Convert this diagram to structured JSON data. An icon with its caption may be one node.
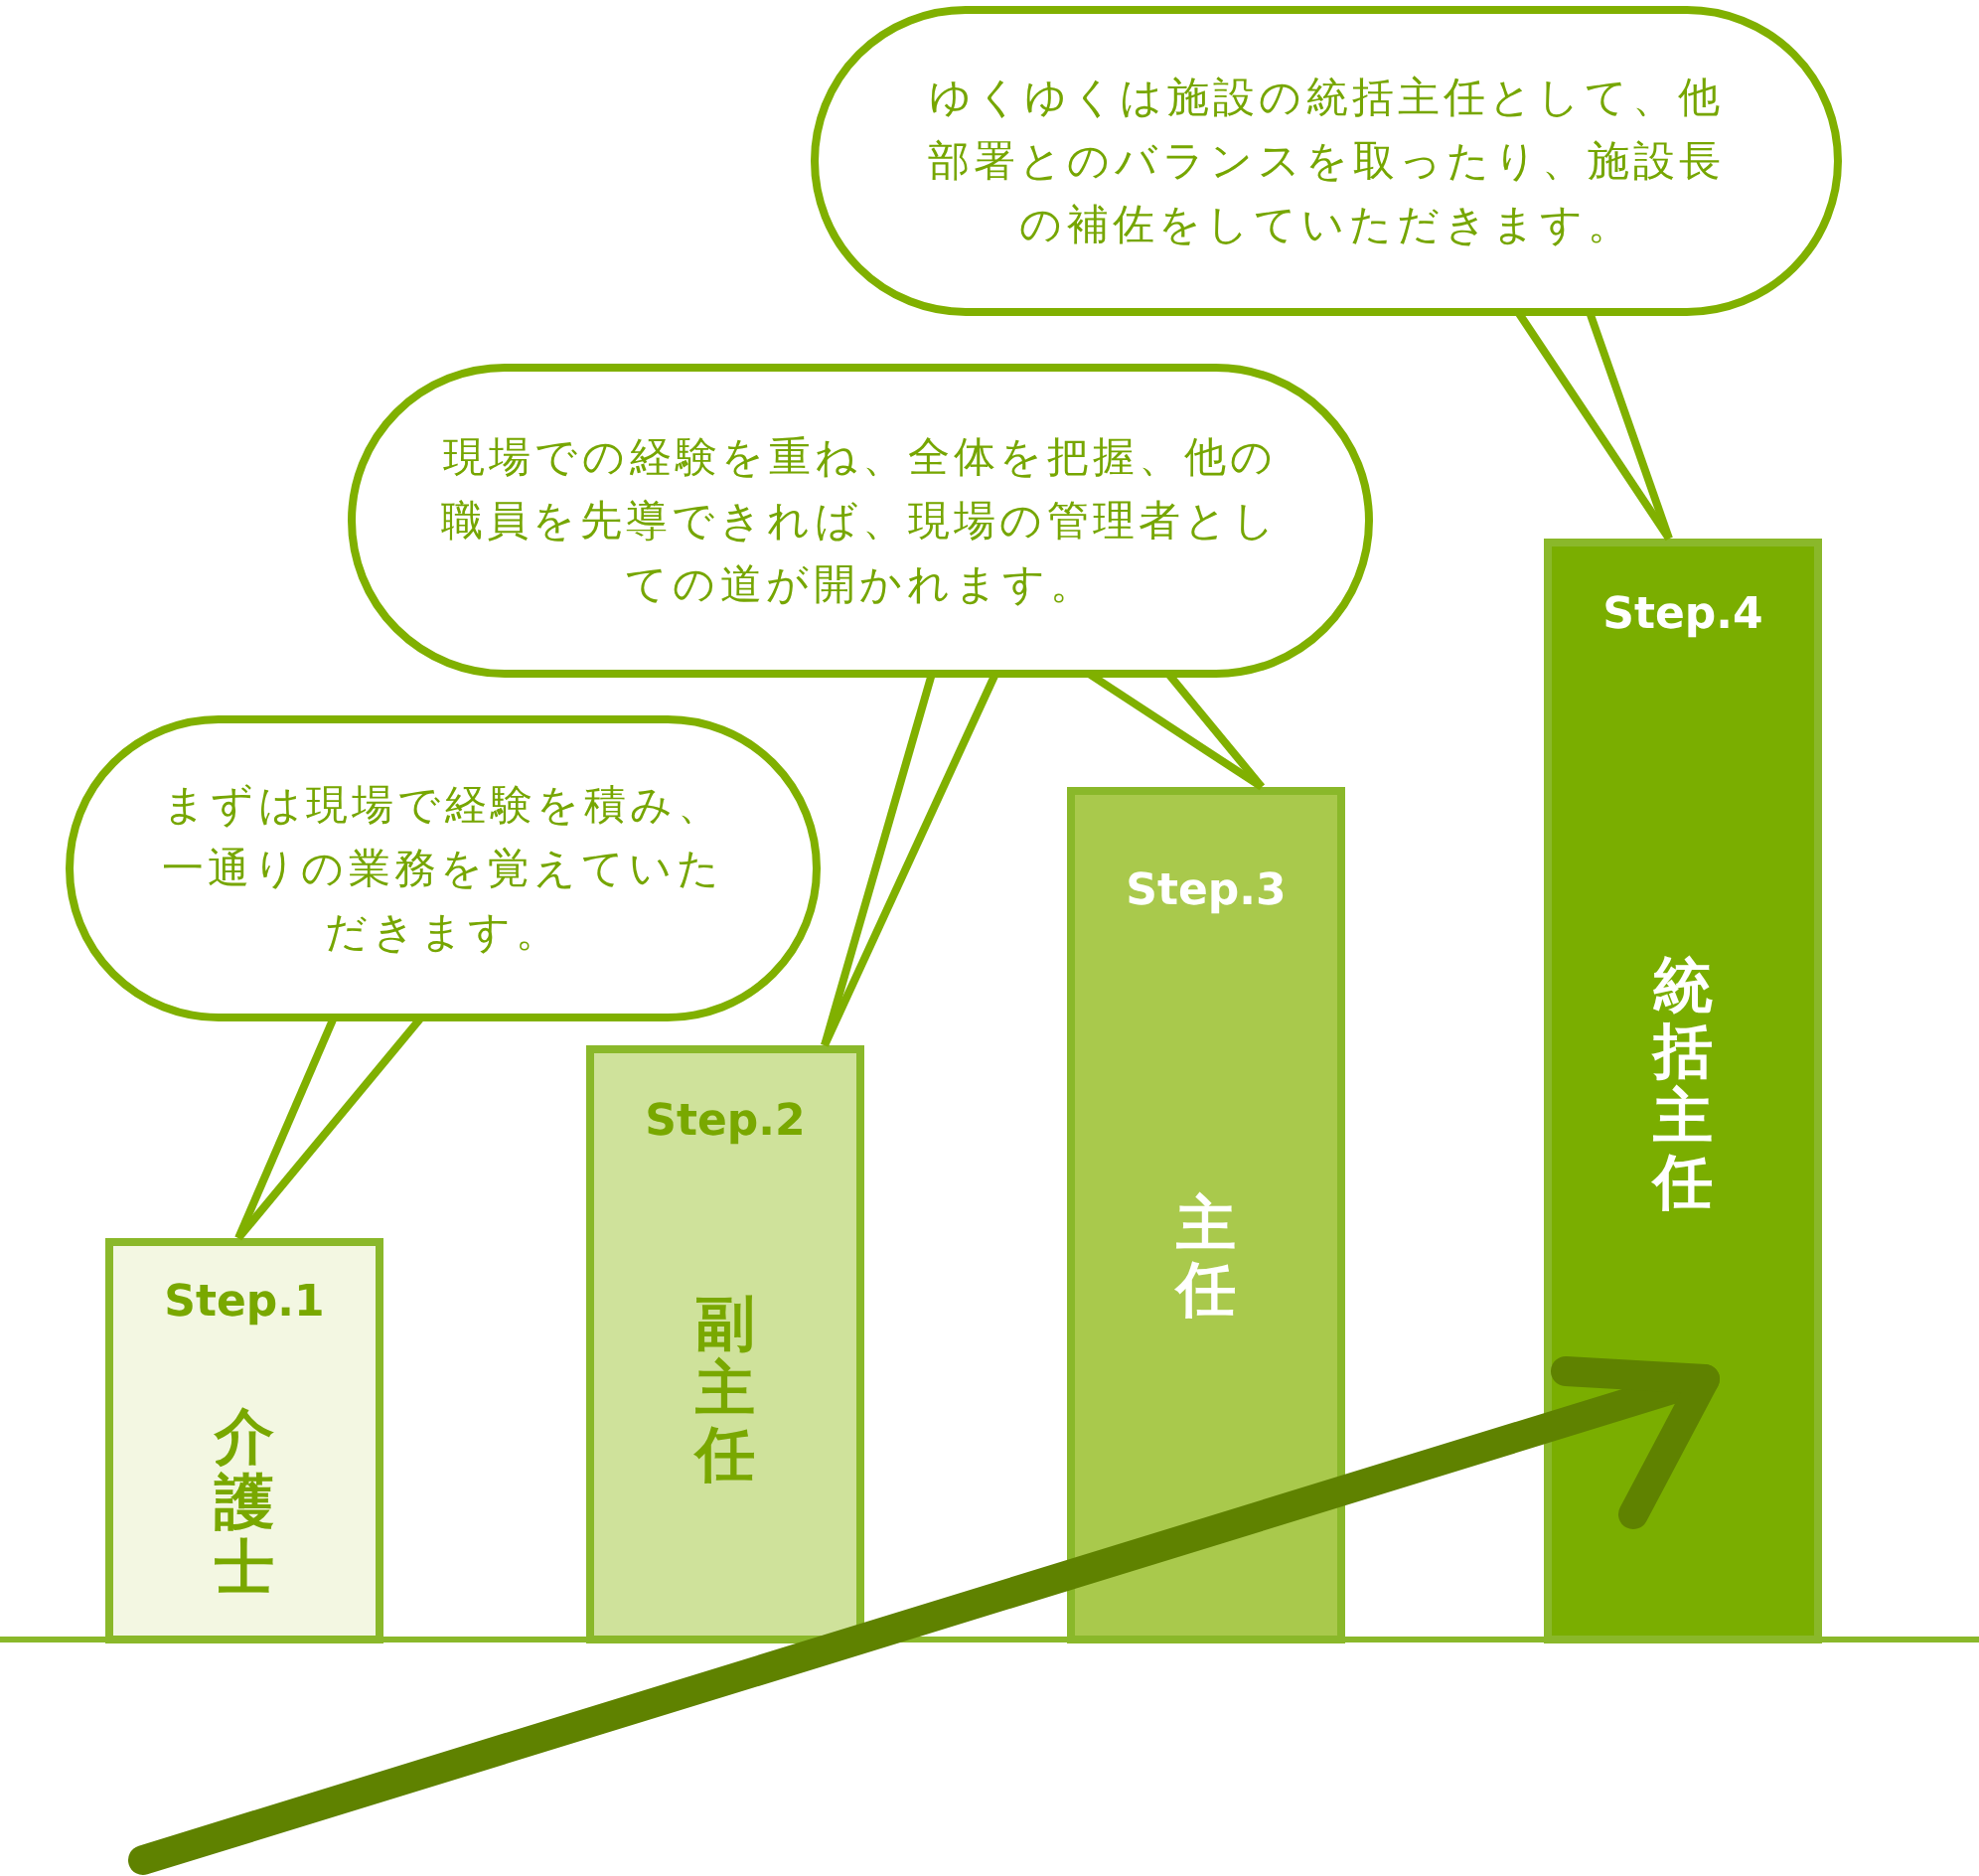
{
  "diagram": {
    "nodes": [
      {
        "text": [
          "まずは現場で経験を積み、一通りの業務を覚えていただきます。"
        ]
      },
      {
        "text": [
          "現場での経験を重ね、全体を把握、他の職員を先導できれば、現場の管理者としての道が開かれます。"
        ]
      },
      {
        "text": [
          "ゆくゆくは施設の統括主任として、他部署とのバランスを取ったり、施設長の補佐をしていただきます。"
        ]
      },
      {
        "text": [
          "Step.1",
          "介護士"
        ]
      },
      {
        "text": [
          "Step.2",
          "副主任"
        ]
      },
      {
        "text": [
          "Step.3",
          "主任"
        ]
      },
      {
        "text": [
          "Step.4",
          "統括主任"
        ]
      }
    ],
    "edges": [
      {
        "from": 0,
        "to": 3,
        "arrow": "none"
      },
      {
        "from": 1,
        "to": 4,
        "arrow": "none"
      },
      {
        "from": 1,
        "to": 5,
        "arrow": "none"
      },
      {
        "from": 2,
        "to": 6,
        "arrow": "none"
      }
    ]
  }
}
